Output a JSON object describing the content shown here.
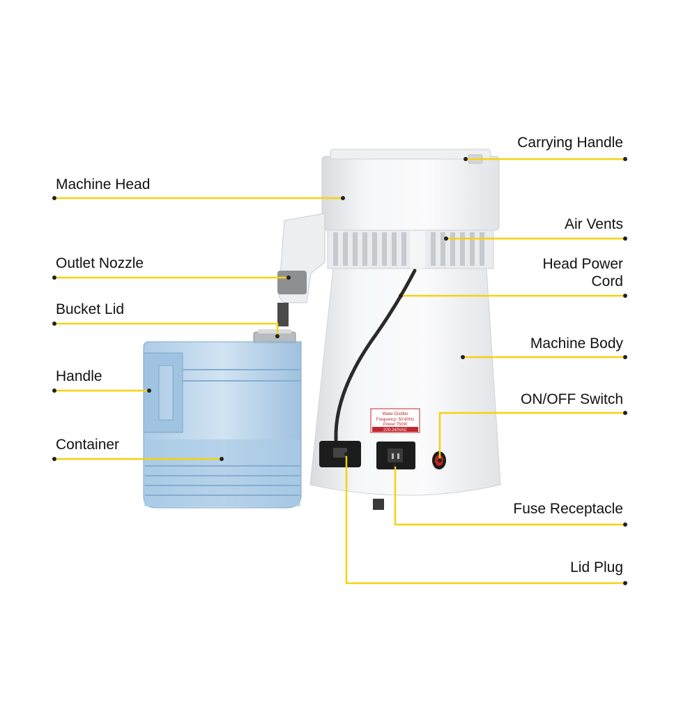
{
  "colors": {
    "leader": "#f5d20f",
    "dot": "#222222",
    "machine_white": "#f2f3f5",
    "container_blue": "#8fb9dc",
    "label_text": "#111111"
  },
  "labels": {
    "carrying_handle": "Carrying Handle",
    "machine_head": "Machine Head",
    "air_vents": "Air Vents",
    "outlet_nozzle": "Outlet Nozzle",
    "head_power_cord_line1": "Head Power",
    "head_power_cord_line2": "Cord",
    "bucket_lid": "Bucket Lid",
    "machine_body": "Machine Body",
    "handle": "Handle",
    "on_off_switch": "ON/OFF Switch",
    "container": "Container",
    "fuse_receptacle": "Fuse Receptacle",
    "lid_plug": "Lid Plug"
  },
  "plate": {
    "line1": "Water Distiller",
    "line2": "Frequency: 50-60Hz",
    "line3": "Power:750W",
    "line4": "220-240VAC"
  }
}
